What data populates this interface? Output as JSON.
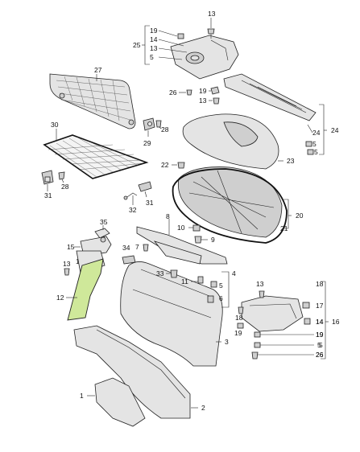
{
  "callouts": {
    "c1": "1",
    "c2": "2",
    "c3": "3",
    "c4": "4",
    "c5a": "5",
    "c5b": "5",
    "c5c": "5",
    "c5d": "5",
    "c6": "6",
    "c7": "7",
    "c8": "8",
    "c9": "9",
    "c10": "10",
    "c11": "11",
    "c12": "12",
    "c13a": "13",
    "c13b": "13",
    "c13c": "13",
    "c13d": "13",
    "c14a": "14",
    "c14b": "14",
    "c14c": "14",
    "c15": "15",
    "c16": "16",
    "c17": "17",
    "c18": "18",
    "c19a": "19",
    "c19b": "19",
    "c19c": "19",
    "c20": "20",
    "c21": "21",
    "c22": "22",
    "c23": "23",
    "c24": "24",
    "c25": "25",
    "c26a": "26",
    "c26b": "26",
    "c27": "27",
    "c28a": "28",
    "c28b": "28",
    "c29": "29",
    "c30": "30",
    "c31a": "31",
    "c31b": "31",
    "c32": "32",
    "c33": "33",
    "c34": "34",
    "c35": "35",
    "b25_19": "19",
    "b25_14": "14",
    "b25_13": "13",
    "b25_5": "5",
    "b20_20": "20",
    "b20_21": "21",
    "b24_24": "24",
    "b24_5": "5",
    "b16_18": "18",
    "b16_17": "17",
    "b16_14": "14",
    "b16_19": "19",
    "b16_5": "5",
    "b16_26": "26",
    "b16_16": "16",
    "b4_4": "4",
    "b4_5": "5",
    "b4_6": "6"
  },
  "highlight_color": "#cfe89a",
  "line_color": "#222222"
}
